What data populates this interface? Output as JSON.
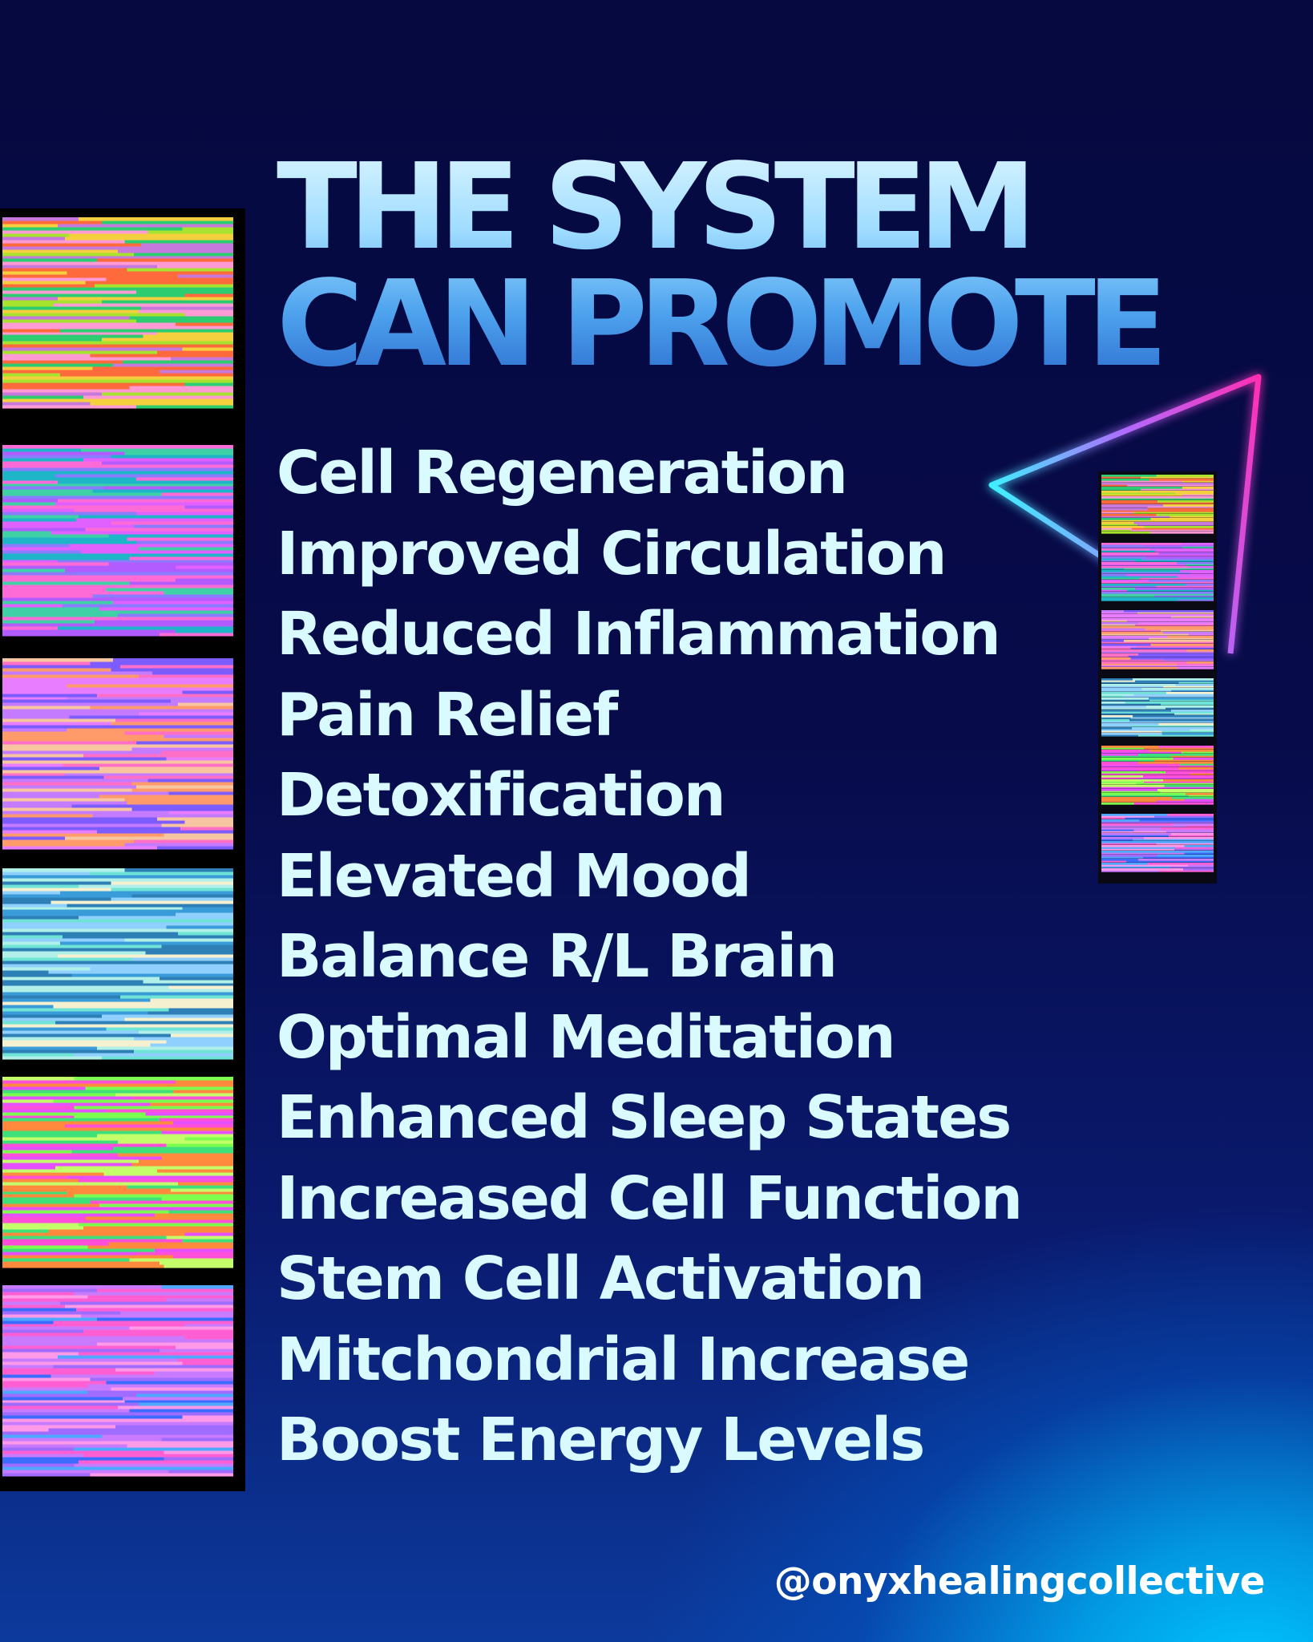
{
  "title": {
    "line1": "THE SYSTEM",
    "line2": "CAN PROMOTE"
  },
  "benefits": [
    "Cell Regeneration",
    "Improved Circulation",
    "Reduced Inflammation",
    "Pain Relief",
    "Detoxification",
    "Elevated Mood",
    "Balance R/L Brain",
    "Optimal Meditation",
    "Enhanced Sleep States",
    "Increased Cell Function",
    "Stem Cell Activation",
    "Mitchondrial Increase",
    "Boost Energy Levels"
  ],
  "handle": "@onyxhealingcollective",
  "colors": {
    "background_dark": "#06093f",
    "background_glow": "#00c8ff",
    "text_light": "#d9fbff",
    "neon_cyan": "#3ff0ff",
    "neon_pink": "#ff2fb4"
  },
  "panels": [
    {
      "name": "glitch-panel-orange-green",
      "palette": [
        "#ff6a3d",
        "#a6e22e",
        "#ff9ad5",
        "#f4d03f",
        "#c678dd",
        "#2ecc71"
      ]
    },
    {
      "name": "glitch-panel-violet-teal",
      "palette": [
        "#e061ff",
        "#3fd0a6",
        "#8a7bff",
        "#ff6bd6",
        "#1fb5c9",
        "#b25cff"
      ]
    },
    {
      "name": "glitch-panel-peach-purple",
      "palette": [
        "#ff9a6b",
        "#c57bff",
        "#ff6ec7",
        "#f7c59f",
        "#7d5cff",
        "#e87dff"
      ]
    },
    {
      "name": "glitch-panel-aqua-cream",
      "palette": [
        "#6fe3d6",
        "#f5f1d0",
        "#3a9bd9",
        "#b0f0e8",
        "#8fd0ff",
        "#2f7fb7"
      ]
    },
    {
      "name": "glitch-panel-lime-magenta",
      "palette": [
        "#7cff4f",
        "#ff4fd8",
        "#c4ff6b",
        "#ff8a3d",
        "#3fe07a",
        "#e64fff"
      ]
    },
    {
      "name": "glitch-panel-pink-blue",
      "palette": [
        "#ff5fd2",
        "#4fa8ff",
        "#c87bff",
        "#ff9ae8",
        "#3b6cff",
        "#a06bff"
      ]
    }
  ]
}
